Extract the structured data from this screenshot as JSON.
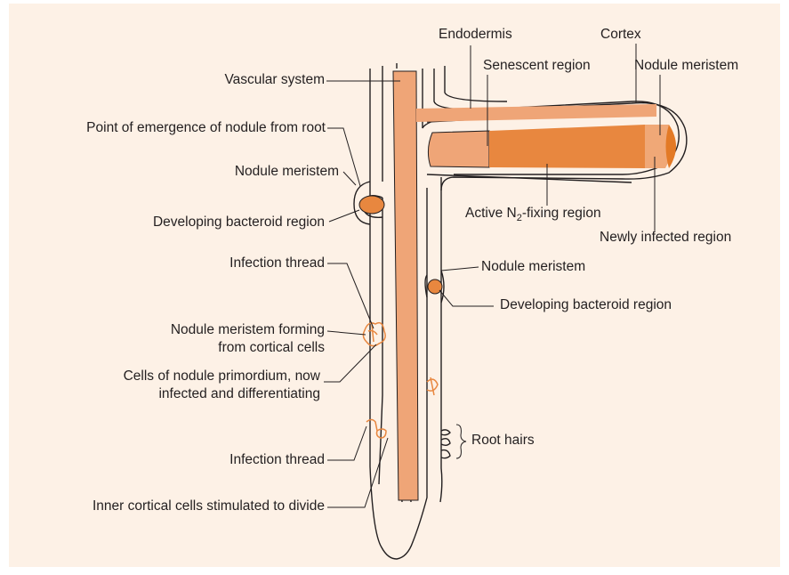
{
  "labels": {
    "endodermis": "Endodermis",
    "cortex": "Cortex",
    "senescent_region": "Senescent region",
    "nodule_meristem_tip": "Nodule meristem",
    "vascular_system": "Vascular system",
    "point_of_emergence": "Point of emergence of nodule from root",
    "nodule_meristem_left": "Nodule meristem",
    "developing_bacteroid_left": "Developing bacteroid region",
    "active_fixing_pre": "Active N",
    "active_fixing_sub": "2",
    "active_fixing_post": "-fixing region",
    "newly_infected": "Newly infected region",
    "infection_thread_upper": "Infection thread",
    "nodule_meristem_right": "Nodule meristem",
    "developing_bacteroid_right": "Developing bacteroid region",
    "meristem_forming_line1": "Nodule meristem forming",
    "meristem_forming_line2": "from cortical cells",
    "primordium_line1": "Cells of nodule primordium, now",
    "primordium_line2": "infected and differentiating",
    "root_hairs": "Root hairs",
    "infection_thread_lower": "Infection thread",
    "inner_cortical": "Inner cortical cells stimulated to divide"
  },
  "colors": {
    "background": "#fdf1e6",
    "tissue_light": "#efa577",
    "tissue_mid": "#e8873f",
    "tissue_dark": "#e37a26",
    "outline": "#231f20",
    "infection": "#e8873f"
  }
}
